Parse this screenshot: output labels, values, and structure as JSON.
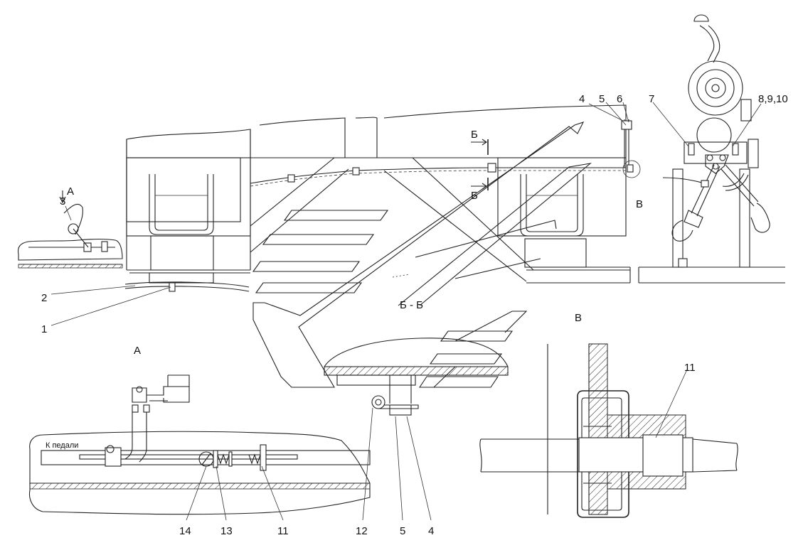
{
  "callouts": {
    "c1": "1",
    "c2": "2",
    "c3": "3",
    "c4": "4",
    "c5": "5",
    "c6": "6",
    "c7": "7",
    "c8": "8,9,10",
    "c11": "11",
    "c12": "12",
    "c13": "13",
    "c14": "14"
  },
  "sections": {
    "view_a_arrow": "A",
    "view_a_title": "A",
    "section_bb_top": "Б",
    "section_bb_bottom": "Б",
    "section_bb_title": "Б - Б",
    "view_v_marker": "В",
    "view_v_title": "В"
  },
  "notes": {
    "to_pedal": "К педали"
  },
  "colors": {
    "line": "#222222",
    "background": "#ffffff",
    "hatch": "#222222"
  }
}
